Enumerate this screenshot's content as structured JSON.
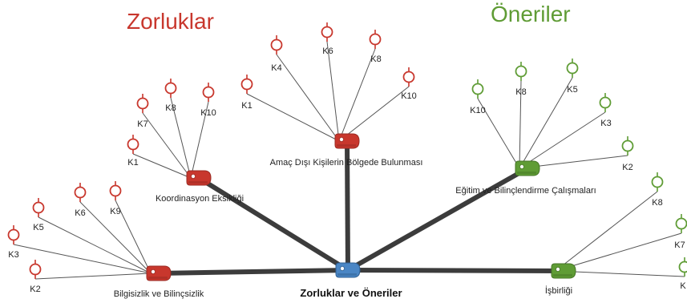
{
  "headings": {
    "left": "Zorluklar",
    "right": "Öneriler"
  },
  "colors": {
    "challenge": "#c8372d",
    "challenge_dark": "#9a2a22",
    "suggestion": "#5f9c35",
    "suggestion_dark": "#457526",
    "center": "#4a86c5",
    "center_dark": "#2f5f92",
    "edge_main": "#3c3c3c",
    "edge_leaf": "#555555",
    "text": "#222222"
  },
  "center": {
    "label": "Zorluklar ve Öneriler"
  },
  "categories": [
    {
      "id": "koordinasyon",
      "type": "challenge",
      "label": "Koordinasyon Eksikliği",
      "leaves": [
        "K1",
        "K7",
        "K8",
        "K10"
      ]
    },
    {
      "id": "amac-disi",
      "type": "challenge",
      "label": "Amaç Dışı Kişilerin Bölgede Bulunması",
      "leaves": [
        "K1",
        "K4",
        "K6",
        "K8",
        "K10"
      ]
    },
    {
      "id": "bilgisizlik",
      "type": "challenge",
      "label": "Bilgisizlik ve Bilinçsizlik",
      "leaves": [
        "K2",
        "K3",
        "K5",
        "K6",
        "K9"
      ]
    },
    {
      "id": "egitim",
      "type": "suggestion",
      "label": "Eğitim ve Bilinçlendirme Çalışmaları",
      "leaves": [
        "K10",
        "K8",
        "K5",
        "K3",
        "K2"
      ]
    },
    {
      "id": "isbirligi",
      "type": "suggestion",
      "label": "İşbirliği",
      "leaves": [
        "K8",
        "K7",
        "K"
      ]
    }
  ]
}
